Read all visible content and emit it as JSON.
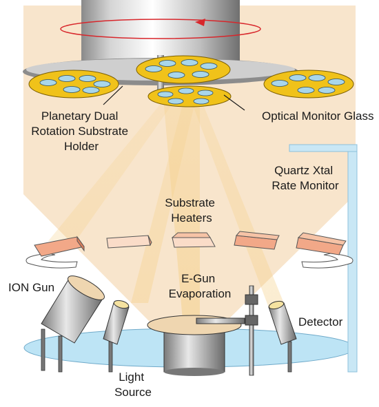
{
  "labels": {
    "planetary_holder": [
      "Planetary Dual",
      "Rotation Substrate",
      "Holder"
    ],
    "optical_monitor": [
      "Optical Monitor Glass"
    ],
    "quartz_monitor": [
      "Quartz Xtal",
      "Rate Monitor"
    ],
    "substrate_heaters": [
      "Substrate",
      "Heaters"
    ],
    "ion_gun": [
      "ION Gun"
    ],
    "egun": [
      "E-Gun",
      "Evaporation"
    ],
    "detector": [
      "Detector"
    ],
    "light_source": [
      "Light",
      "Source"
    ]
  },
  "colors": {
    "chamber": "#f8e5cc",
    "beam": "#f5cf86",
    "plate": "#f0c21a",
    "lens": "#a9d6ea",
    "heater": "#f2a888",
    "base": "#bde4f5",
    "rotation_arrow": "#d8262b"
  }
}
